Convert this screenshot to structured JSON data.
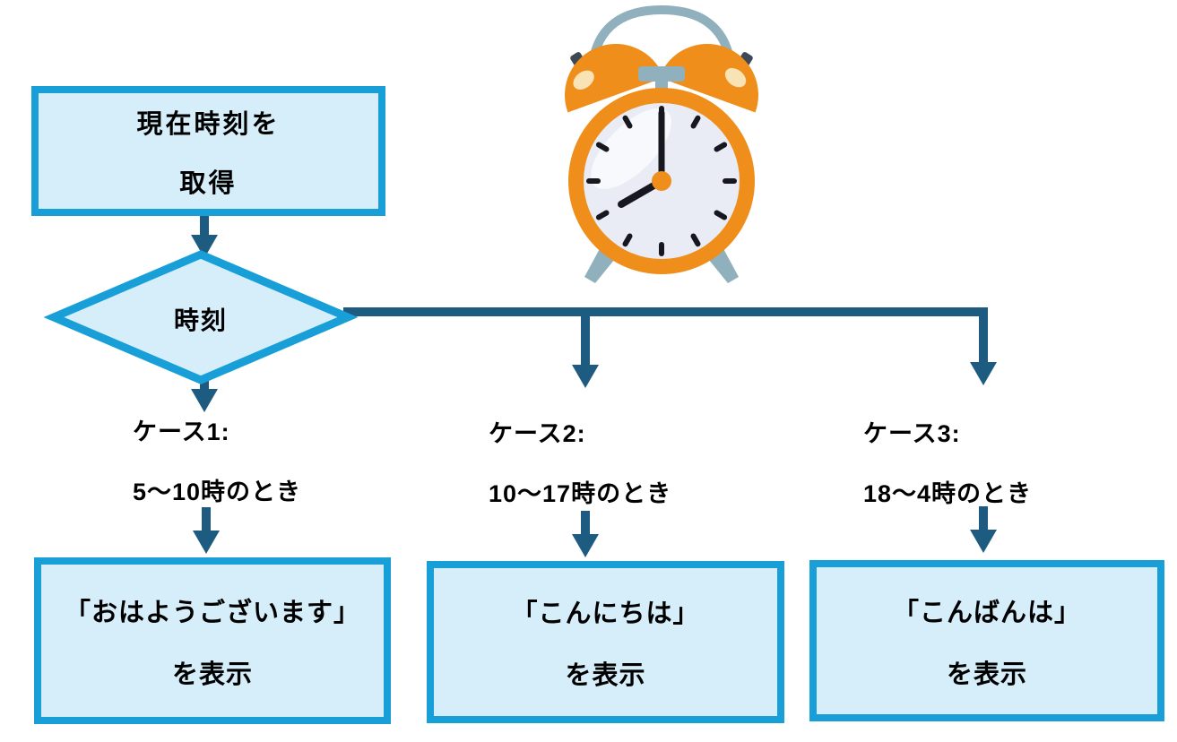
{
  "flowchart": {
    "start_box": {
      "line1": "現在時刻を",
      "line2": "取得"
    },
    "decision": {
      "label": "時刻"
    },
    "cases": [
      {
        "title": "ケース1:",
        "condition": "5〜10時のとき",
        "result_line1": "「おはようございます」",
        "result_line2": "を表示"
      },
      {
        "title": "ケース2:",
        "condition": "10〜17時のとき",
        "result_line1": "「こんにちは」",
        "result_line2": "を表示"
      },
      {
        "title": "ケース3:",
        "condition": "18〜4時のとき",
        "result_line1": "「こんばんは」",
        "result_line2": "を表示"
      }
    ]
  },
  "illustration": {
    "name": "alarm-clock",
    "time_shown": "8:00"
  },
  "colors": {
    "shape_border": "#189fd8",
    "shape_fill": "#d5eefa",
    "arrow": "#1d5c80",
    "text": "#000000",
    "clock_orange": "#ef8e1a",
    "clock_gray_blue": "#8fb0bc",
    "clock_face": "#e9ecf4"
  }
}
